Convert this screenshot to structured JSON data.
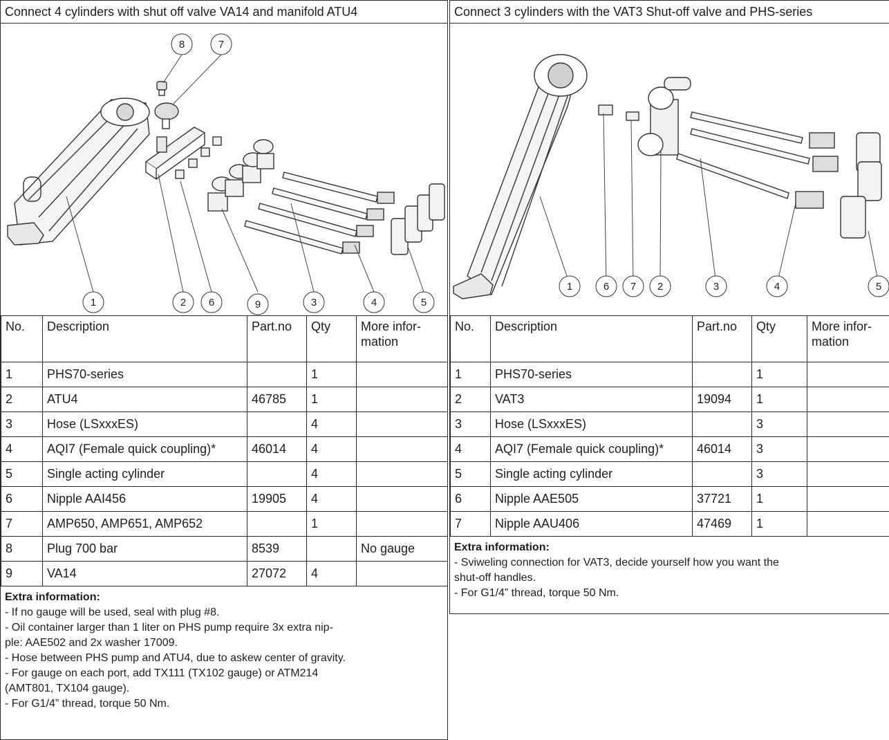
{
  "left": {
    "title": "Connect 4 cylinders with shut off valve VA14 and manifold ATU4",
    "callouts": [
      "1",
      "2",
      "6",
      "9",
      "3",
      "4",
      "5",
      "8",
      "7"
    ],
    "headers": {
      "no": "No.",
      "description": "Description",
      "partno": "Part.no",
      "qty": "Qty",
      "more": "More infor-\nmation"
    },
    "rows": [
      {
        "no": "1",
        "description": "PHS70-series",
        "partno": "",
        "qty": "1",
        "more": ""
      },
      {
        "no": "2",
        "description": "ATU4",
        "partno": "46785",
        "qty": "1",
        "more": ""
      },
      {
        "no": "3",
        "description": "Hose (LSxxxES)",
        "partno": "",
        "qty": "4",
        "more": ""
      },
      {
        "no": "4",
        "description": "AQI7 (Female quick coupling)*",
        "partno": "46014",
        "qty": "4",
        "more": ""
      },
      {
        "no": "5",
        "description": "Single acting cylinder",
        "partno": "",
        "qty": "4",
        "more": ""
      },
      {
        "no": "6",
        "description": "Nipple AAI456",
        "partno": "19905",
        "qty": "4",
        "more": ""
      },
      {
        "no": "7",
        "description": "AMP650, AMP651, AMP652",
        "partno": "",
        "qty": "1",
        "more": ""
      },
      {
        "no": "8",
        "description": "Plug 700 bar",
        "partno": "8539",
        "qty": "",
        "more": "No gauge"
      },
      {
        "no": "9",
        "description": "VA14",
        "partno": "27072",
        "qty": "4",
        "more": ""
      }
    ],
    "extra_title": "Extra information:",
    "extra_lines": [
      "- If no gauge will be used, seal with plug #8.",
      "- Oil container larger than 1 liter on PHS pump require  3x extra nip-",
      "ple: AAE502 and 2x washer 17009.",
      "- Hose between PHS pump and ATU4, due to askew center of gravity.",
      "- For gauge on each port, add TX111 (TX102 gauge) or ATM214",
      "(AMT801, TX104 gauge).",
      "- For G1/4” thread, torque 50 Nm."
    ]
  },
  "right": {
    "title": "Connect 3 cylinders with the VAT3 Shut-off valve and PHS-series",
    "callouts": [
      "1",
      "6",
      "7",
      "2",
      "3",
      "4",
      "5"
    ],
    "headers": {
      "no": "No.",
      "description": "Description",
      "partno": "Part.no",
      "qty": "Qty",
      "more": "More infor-\nmation"
    },
    "rows": [
      {
        "no": "1",
        "description": "PHS70-series",
        "partno": "",
        "qty": "1",
        "more": ""
      },
      {
        "no": "2",
        "description": "VAT3",
        "partno": "19094",
        "qty": "1",
        "more": ""
      },
      {
        "no": "3",
        "description": "Hose (LSxxxES)",
        "partno": "",
        "qty": "3",
        "more": ""
      },
      {
        "no": "4",
        "description": "AQI7 (Female quick coupling)*",
        "partno": "46014",
        "qty": "3",
        "more": ""
      },
      {
        "no": "5",
        "description": "Single acting cylinder",
        "partno": "",
        "qty": "3",
        "more": ""
      },
      {
        "no": "6",
        "description": "Nipple AAE505",
        "partno": "37721",
        "qty": "1",
        "more": ""
      },
      {
        "no": "7",
        "description": "Nipple AAU406",
        "partno": "47469",
        "qty": "1",
        "more": ""
      }
    ],
    "extra_title": "Extra information:",
    "extra_lines": [
      "- Sviweling connection for VAT3, decide yourself how you want the",
      "shut-off handles.",
      "- For G1/4” thread, torque 50 Nm."
    ]
  },
  "icons": [
    "hydraulic-pump-icon",
    "manifold-icon",
    "shutoff-valve-icon",
    "hose-icon",
    "quick-coupling-icon",
    "cylinder-icon",
    "gauge-icon",
    "plug-icon",
    "nipple-icon"
  ]
}
